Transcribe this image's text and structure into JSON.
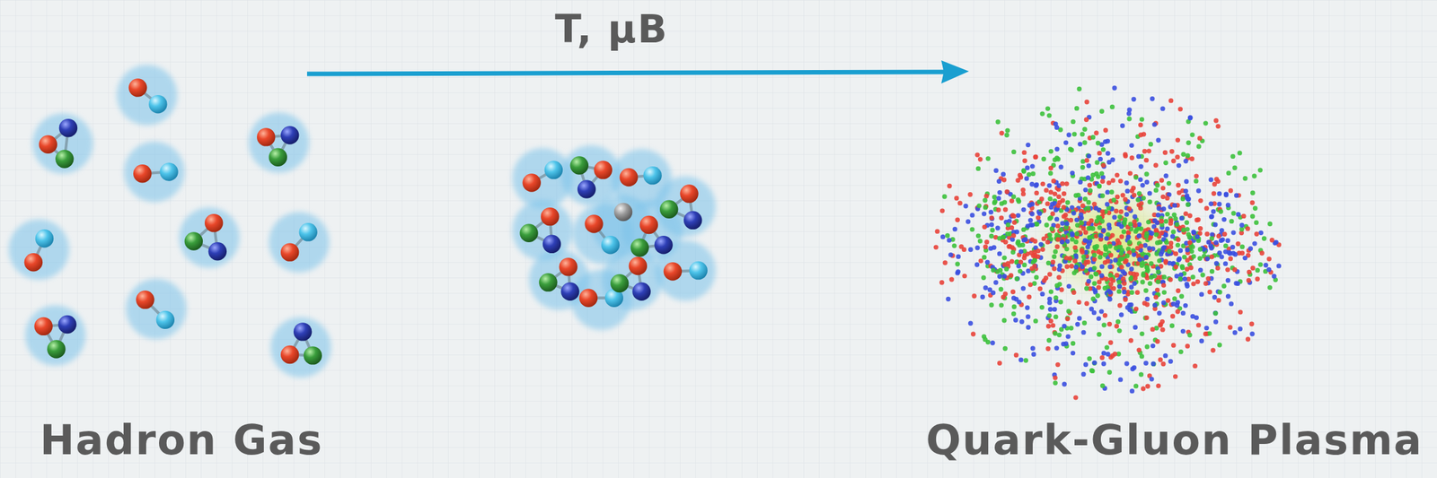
{
  "diagram": {
    "labels": [
      "T, μB",
      "Hadron Gas",
      "Quark-Gluon Plasma"
    ]
  }
}
